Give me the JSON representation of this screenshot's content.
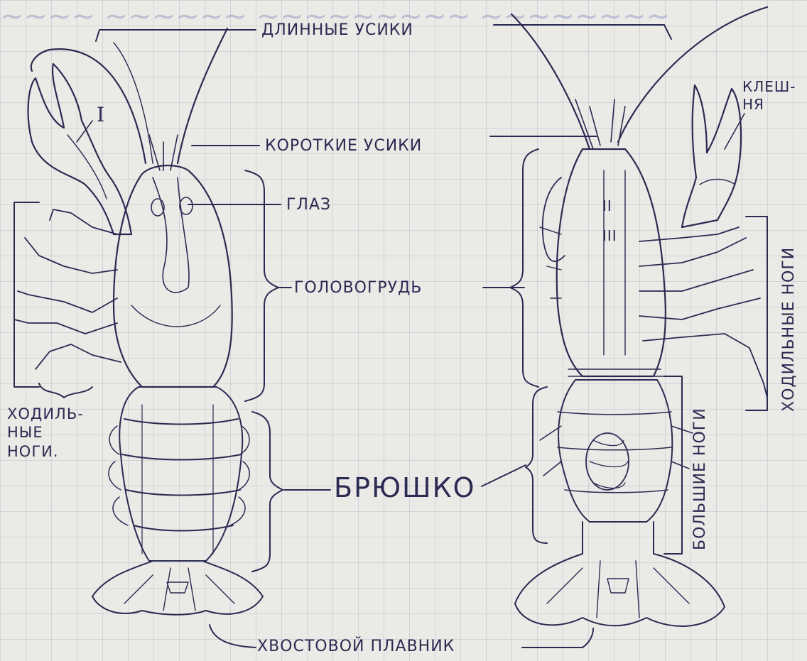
{
  "diagram": {
    "labels": {
      "long_antennae": "ДЛИННЫЕ УСИКИ",
      "short_antennae": "КОРОТКИЕ УСИКИ",
      "eye": "ГЛАЗ",
      "cephalothorax": "ГОЛОВОГРУДЬ",
      "abdomen": "БРЮШКО",
      "tail_fin": "ХВОСТОВОЙ ПЛАВНИК",
      "claw": "КЛЕШ-\nНЯ",
      "walking_legs_left": "ХОДИЛЬ-\nНЫЕ\nНОГИ.",
      "walking_legs_right": "ХОДИЛЬНЫЕ НОГИ",
      "large_legs": "БОЛЬШИЕ НОГИ",
      "roman_one": "I",
      "roman_ii": "II",
      "roman_iii": "III"
    },
    "ink_color": "#2b2a52",
    "paper_color": "#eceae6"
  }
}
